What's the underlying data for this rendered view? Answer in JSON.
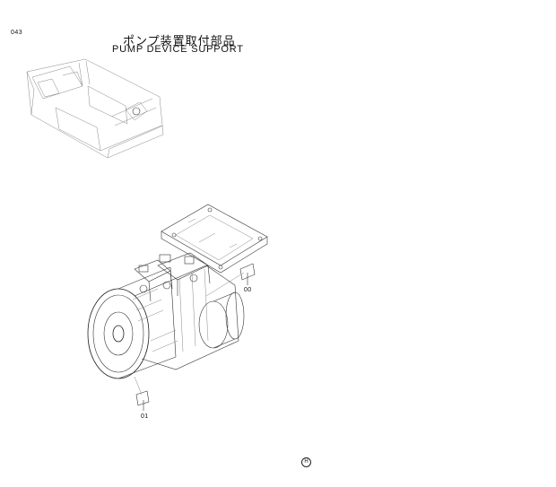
{
  "header": {
    "page_code": "043",
    "title_jp": "ポンプ装置取付部品",
    "title_en": "PUMP DEVICE SUPPORT"
  },
  "callouts": {
    "part_00": "00",
    "part_01": "01"
  },
  "footer": {
    "brand_mark": "H"
  }
}
